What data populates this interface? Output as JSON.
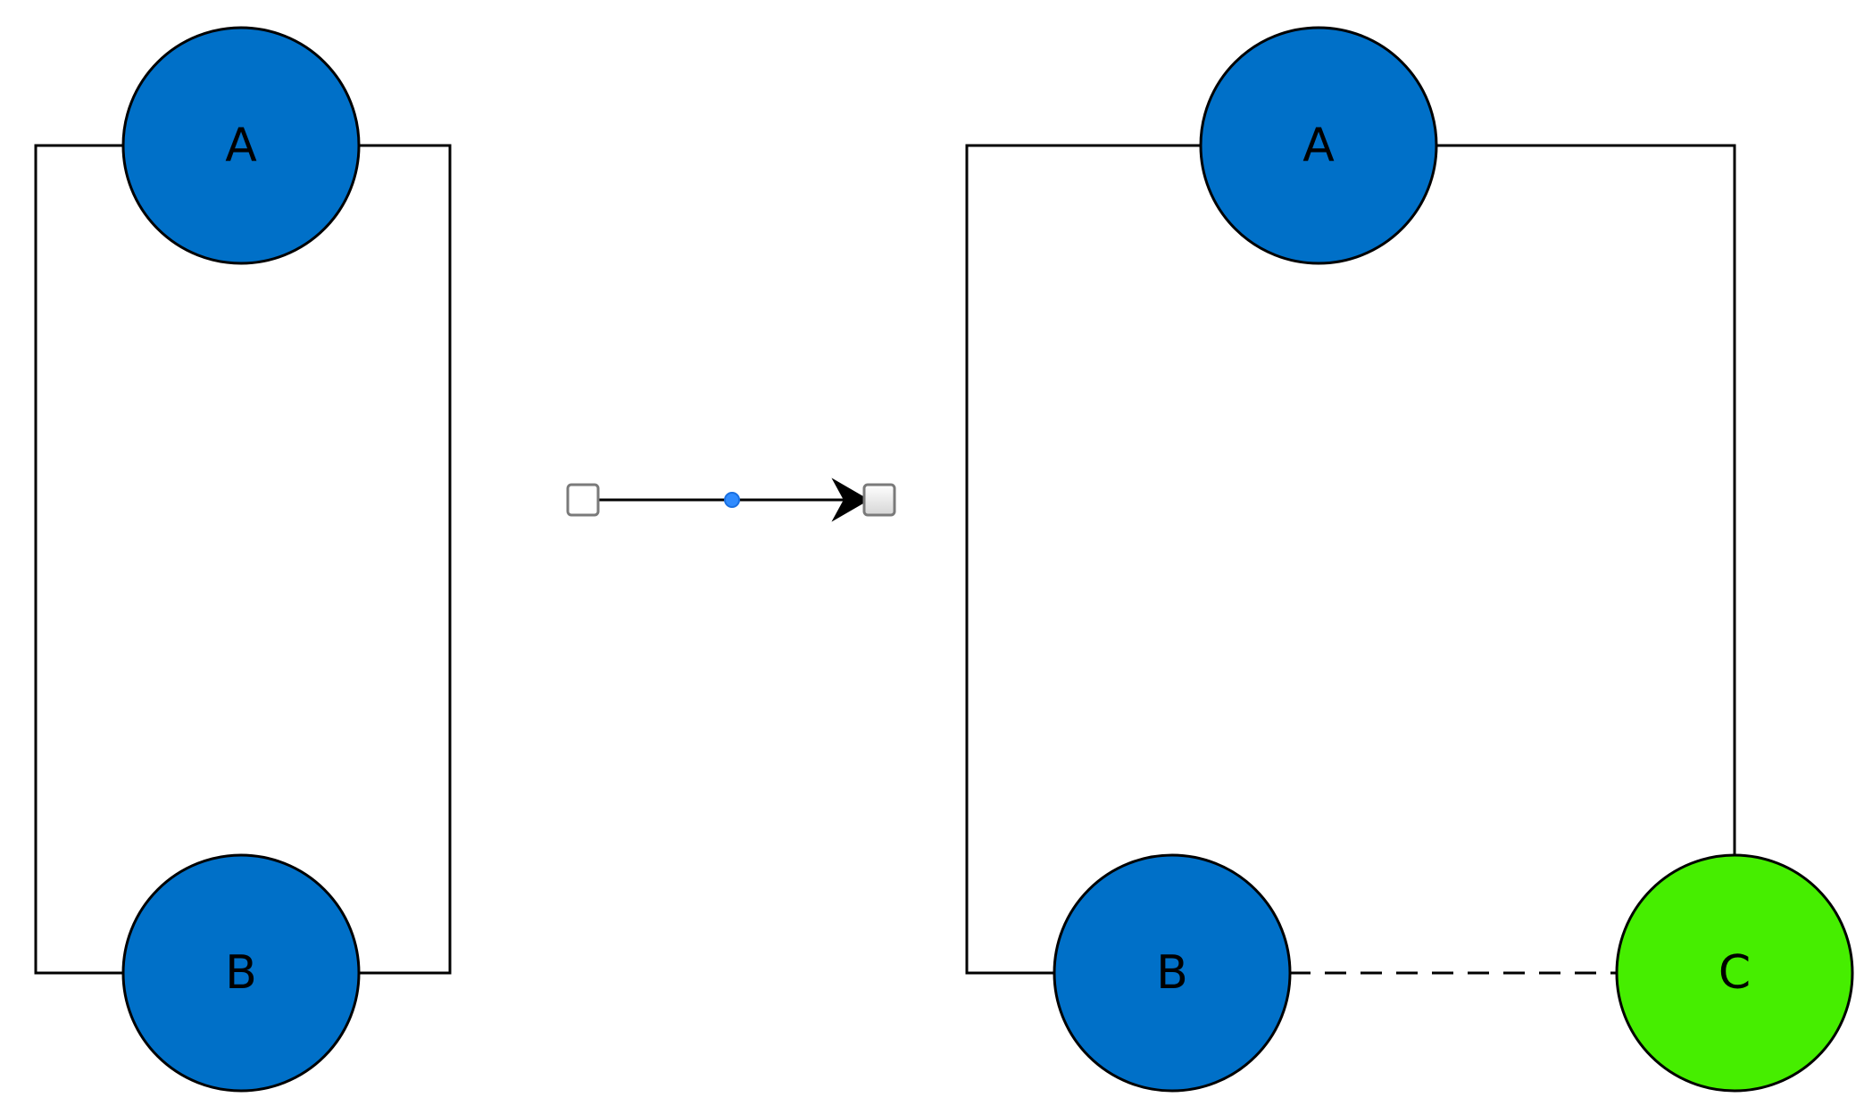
{
  "colors": {
    "node_blue": "#0070C8",
    "node_green": "#46EE00",
    "edge": "#000000",
    "selected_midpoint_handle": "#2F8BFF",
    "handle_border": "#7A7A7A",
    "handle_fill_start": "#FFFFFF",
    "handle_fill_end": "#D6D6D6"
  },
  "left_graph": {
    "nodes": [
      {
        "id": "A",
        "label": "A",
        "color": "#0070C8"
      },
      {
        "id": "B",
        "label": "B",
        "color": "#0070C8"
      }
    ],
    "edges": [
      {
        "from": "A",
        "to": "B",
        "style": "solid",
        "side": "left"
      },
      {
        "from": "A",
        "to": "B",
        "style": "solid",
        "side": "right"
      }
    ]
  },
  "transform_arrow": {
    "description_icon": "arrow-right-icon",
    "handles": [
      "start-handle",
      "midpoint-handle",
      "end-handle"
    ]
  },
  "right_graph": {
    "nodes": [
      {
        "id": "A",
        "label": "A",
        "color": "#0070C8"
      },
      {
        "id": "B",
        "label": "B",
        "color": "#0070C8"
      },
      {
        "id": "C",
        "label": "C",
        "color": "#46EE00"
      }
    ],
    "edges": [
      {
        "from": "A",
        "to": "B",
        "style": "solid"
      },
      {
        "from": "A",
        "to": "C",
        "style": "solid"
      },
      {
        "from": "B",
        "to": "C",
        "style": "dashed"
      }
    ]
  }
}
